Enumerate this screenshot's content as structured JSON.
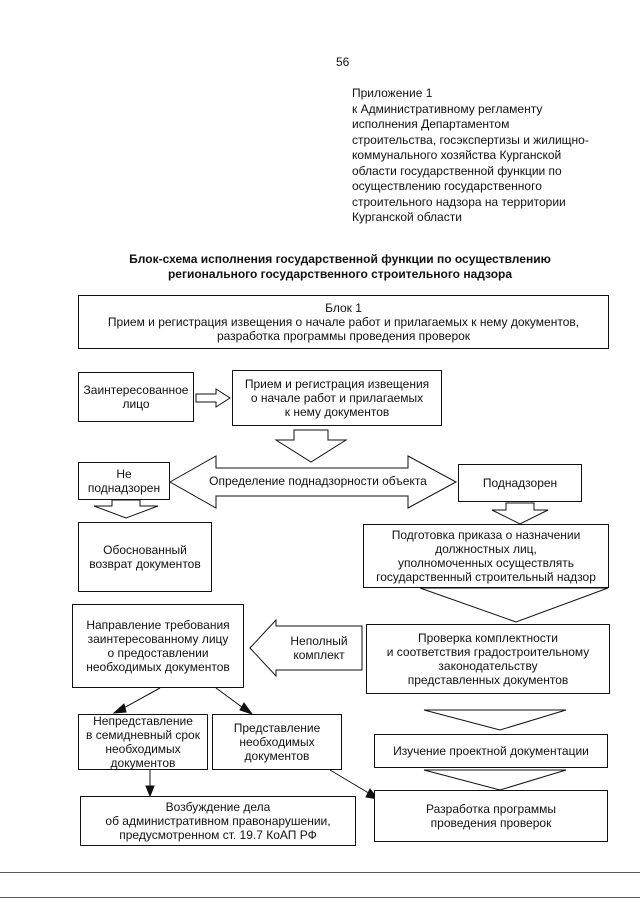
{
  "page_number": "56",
  "appendix": {
    "lines": [
      "Приложение 1",
      "к Административному регламенту",
      "исполнения Департаментом",
      "строительства, госэкспертизы и жилищно-",
      "коммунального хозяйства Курганской",
      "области государственной функции по",
      "осуществлению государственного",
      "строительного надзора на территории",
      "Курганской области"
    ]
  },
  "title": {
    "line1": "Блок-схема исполнения государственной функции по осуществлению",
    "line2": "регионального государственного строительного надзора"
  },
  "blocks": {
    "block1": [
      "Блок 1",
      "Прием и регистрация извещения о начале работ и прилагаемых к нему документов,",
      "разработка программы проведения проверок"
    ],
    "interested": [
      "Заинтересованное",
      "лицо"
    ],
    "reception": [
      "Прием и регистрация извещения",
      "о начале работ и прилагаемых",
      "к нему документов"
    ],
    "not_supervised": [
      "Не",
      "поднадзорен"
    ],
    "determination": [
      "Определение поднадзорности объекта"
    ],
    "supervised": [
      "Поднадзорен"
    ],
    "return_docs": [
      "Обоснованный",
      "возврат документов"
    ],
    "order": [
      "Подготовка приказа о назначении",
      "должностных лиц,",
      "уполномоченных осуществлять",
      "государственный строительный надзор"
    ],
    "request": [
      "Направление требования",
      "заинтересованному лицу",
      "о предоставлении",
      "необходимых документов"
    ],
    "incomplete": [
      "Неполный",
      "комплект"
    ],
    "check": [
      "Проверка комплектности",
      "и соответствия градостроительному",
      "законодательству",
      "представленных документов"
    ],
    "not_submitted": [
      "Непредставление",
      "в семидневный срок",
      "необходимых",
      "документов"
    ],
    "submitted": [
      "Представление",
      "необходимых",
      "документов"
    ],
    "study": [
      "Изучение проектной документации"
    ],
    "case": [
      "Возбуждение дела",
      "об административном правонарушении,",
      "предусмотренном ст. 19.7 КоАП РФ"
    ],
    "program": [
      "Разработка программы",
      "проведения проверок"
    ]
  }
}
